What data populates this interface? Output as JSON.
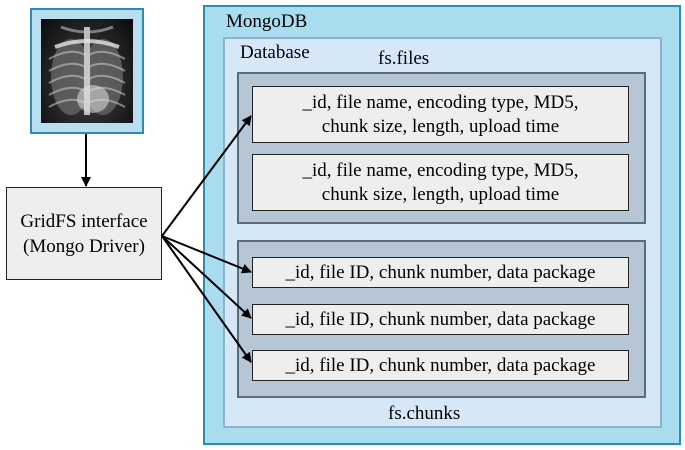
{
  "mongodb": {
    "label": "MongoDB"
  },
  "database": {
    "label": "Database"
  },
  "files": {
    "label": "fs.files",
    "records": [
      {
        "line1": "_id, file name, encoding type, MD5,",
        "line2": "chunk size, length, upload time"
      },
      {
        "line1": "_id, file name, encoding type, MD5,",
        "line2": "chunk size, length, upload time"
      }
    ]
  },
  "chunks": {
    "label": "fs.chunks",
    "records": [
      "_id, file ID, chunk number, data package",
      "_id, file ID, chunk number, data package",
      "_id, file ID, chunk number, data package"
    ]
  },
  "gridfs": {
    "line1": "GridFS interface",
    "line2": "(Mongo Driver)"
  },
  "image": {
    "icon": "chest-xray-image"
  }
}
